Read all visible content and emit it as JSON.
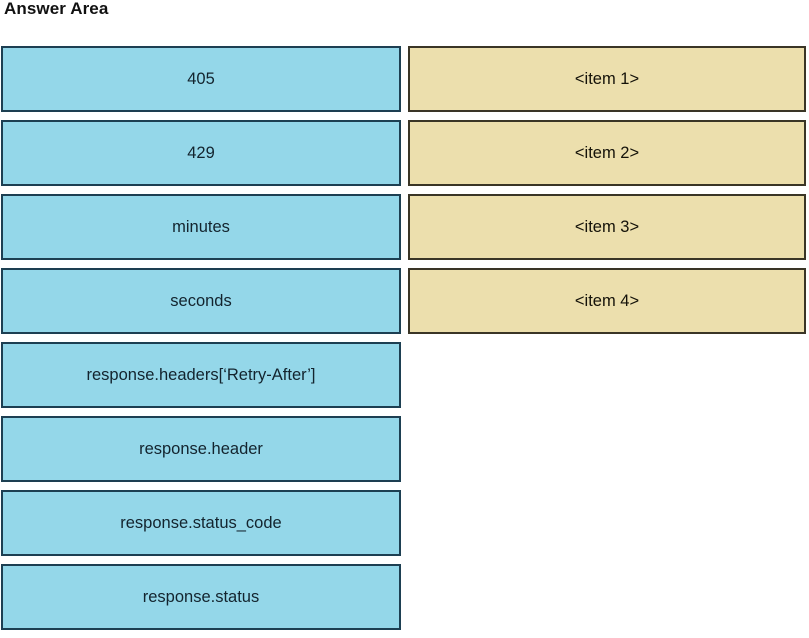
{
  "page": {
    "title": "Answer Area",
    "colors": {
      "source_fill": "#94d7e9",
      "source_border": "#1d3f52",
      "target_fill": "#ecdfad",
      "target_border": "#3a3526",
      "text": "#13242e",
      "background": "#ffffff"
    }
  },
  "left_column": {
    "name": "answer-options",
    "items": [
      {
        "label": "405"
      },
      {
        "label": "429"
      },
      {
        "label": "minutes"
      },
      {
        "label": "seconds"
      },
      {
        "label": "response.headers[‘Retry-After’]"
      },
      {
        "label": "response.header"
      },
      {
        "label": "response.status_code"
      },
      {
        "label": "response.status"
      }
    ]
  },
  "right_column": {
    "name": "answer-targets",
    "items": [
      {
        "label": "<item 1>"
      },
      {
        "label": "<item 2>"
      },
      {
        "label": "<item 3>"
      },
      {
        "label": "<item 4>"
      }
    ]
  }
}
